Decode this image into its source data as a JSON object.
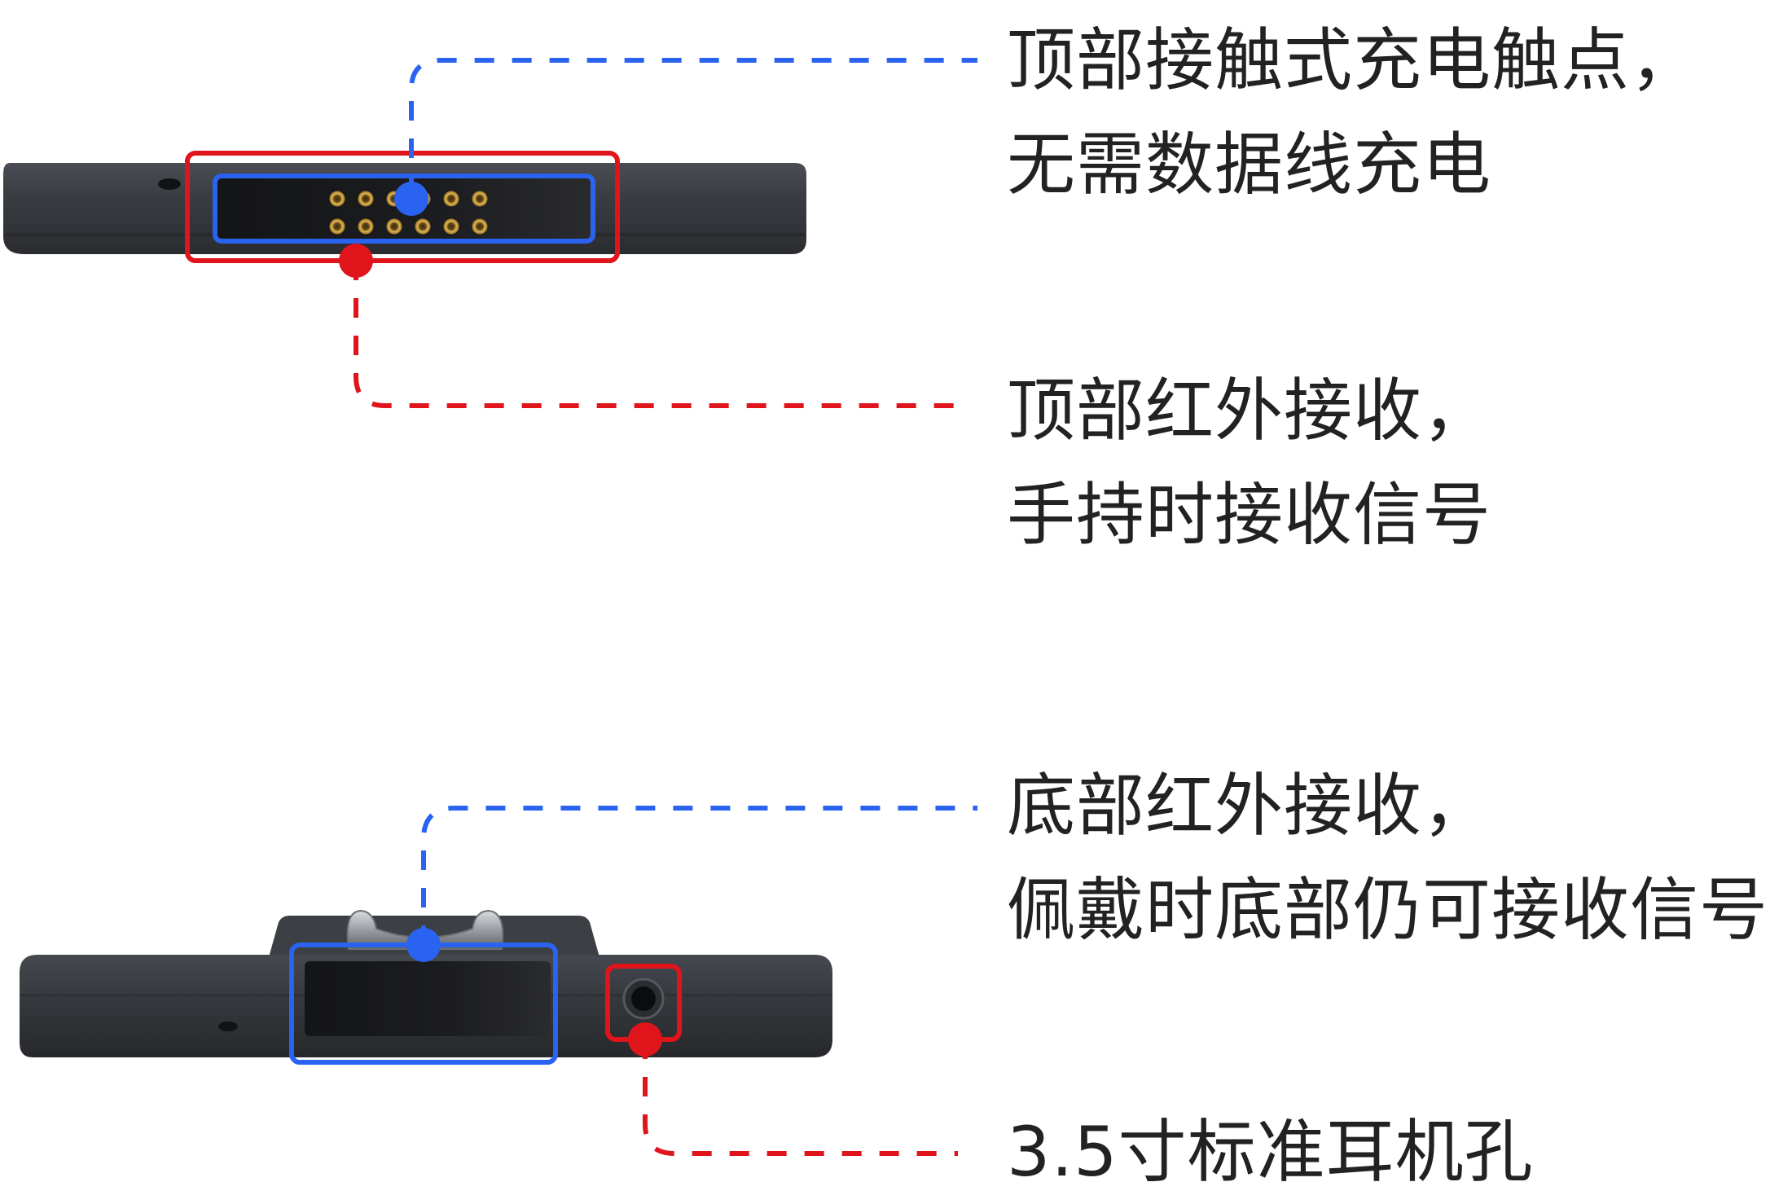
{
  "callouts": {
    "top_charging": {
      "line1": "顶部接触式充电触点，",
      "line2": "无需数据线充电",
      "color": "#2a63f0"
    },
    "top_ir": {
      "line1": "顶部红外接收，",
      "line2": "手持时接收信号",
      "color": "#e0141b"
    },
    "bottom_ir": {
      "line1": "底部红外接收，",
      "line2": "佩戴时底部仍可接收信号",
      "color": "#2a63f0"
    },
    "headphone": {
      "line1": "3.5寸标准耳机孔",
      "color": "#e0141b"
    }
  },
  "colors": {
    "blue_marker": "#2a63f0",
    "red_marker": "#e0141b",
    "device_body": "#3a3d42",
    "device_dark": "#1c1e21",
    "pin_gold": "#c9a045",
    "text": "#222222"
  }
}
